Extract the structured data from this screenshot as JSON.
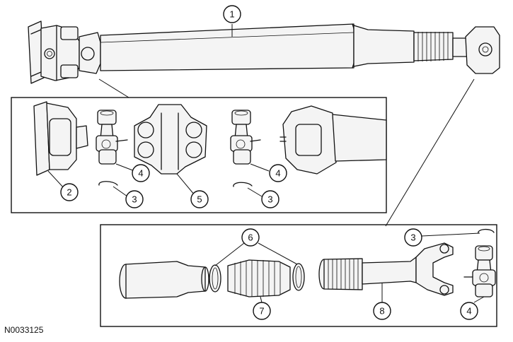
{
  "figure": {
    "id": "N0033125",
    "callouts": [
      "1",
      "2",
      "3",
      "4",
      "5",
      "6",
      "7",
      "8"
    ]
  }
}
